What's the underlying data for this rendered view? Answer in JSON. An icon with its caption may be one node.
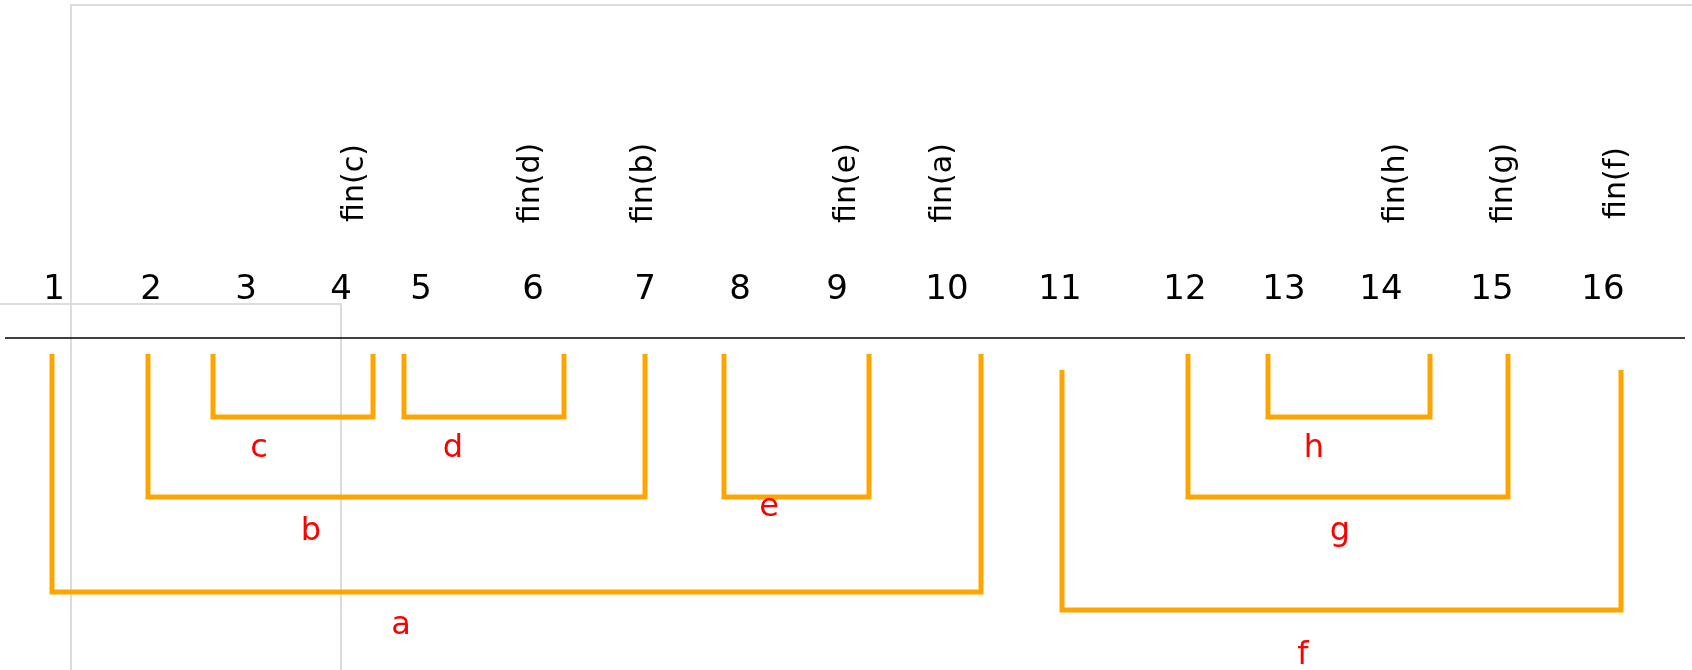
{
  "diagram": {
    "labels": [
      "fin(c)",
      "fin(d)",
      "fin(b)",
      "fin(e)",
      "fin(a)",
      "fin(h)",
      "fin(g)",
      "fin(f)",
      "1",
      "2",
      "3",
      "4",
      "5",
      "6",
      "7",
      "8",
      "9",
      "10",
      "11",
      "12",
      "13",
      "14",
      "15",
      "16",
      "c",
      "d",
      "h",
      "e",
      "b",
      "g",
      "a",
      "f"
    ]
  }
}
